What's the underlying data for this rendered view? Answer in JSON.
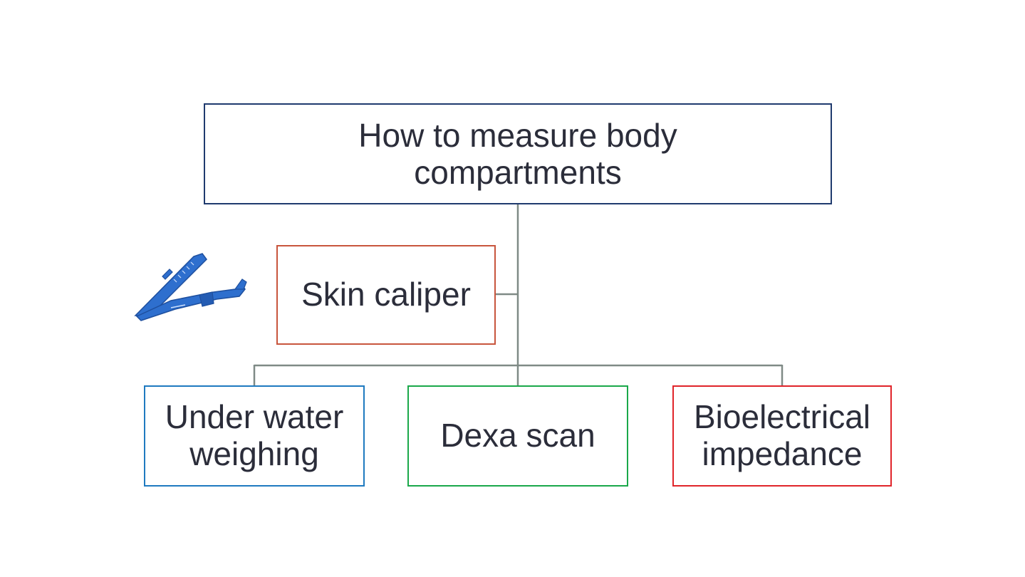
{
  "diagram": {
    "root": {
      "line1": "How to measure body",
      "line2": "compartments"
    },
    "side": {
      "label": "Skin caliper",
      "icon": "skin-caliper-icon"
    },
    "children": [
      {
        "line1": "Under water",
        "line2": "weighing"
      },
      {
        "line1": "Dexa scan"
      },
      {
        "line1": "Bioelectrical",
        "line2": "impedance"
      }
    ]
  },
  "colors": {
    "root_border": "#1f3a6e",
    "side_border": "#c8553d",
    "child1_border": "#1f7ac0",
    "child2_border": "#1aa84a",
    "child3_border": "#e0242a",
    "connector": "#7f8a86",
    "text": "#2b2d3a",
    "caliper": "#2e6fce"
  }
}
